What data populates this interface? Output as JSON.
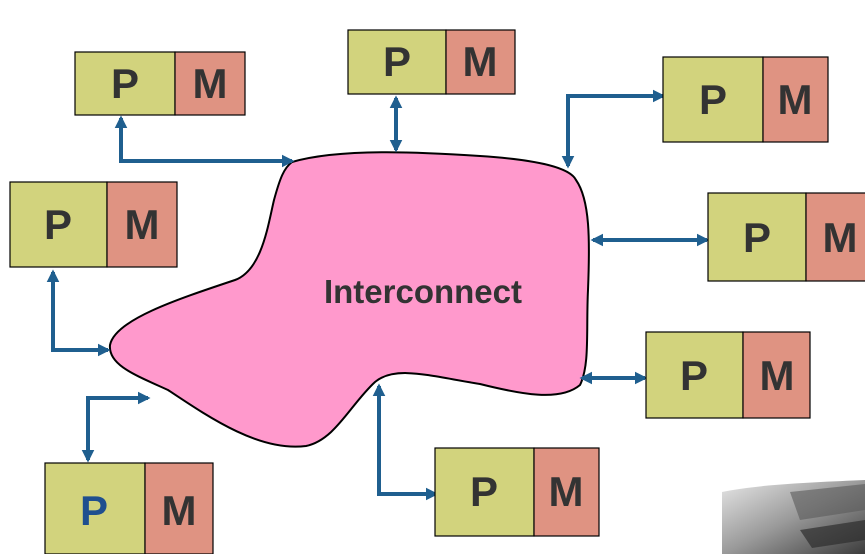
{
  "diagram": {
    "center_label": "Interconnect",
    "p_label": "P",
    "m_label": "M",
    "nodes": [
      {
        "id": "top-left"
      },
      {
        "id": "top-center"
      },
      {
        "id": "top-right"
      },
      {
        "id": "left"
      },
      {
        "id": "right"
      },
      {
        "id": "right-lower"
      },
      {
        "id": "bottom-left"
      },
      {
        "id": "bottom-center"
      }
    ]
  },
  "colors": {
    "processor_fill": "#D2D37D",
    "memory_fill": "#DF9382",
    "box_border": "#000000",
    "cloud_fill": "#FF99CC",
    "cloud_border": "#000000",
    "link": "#1F5F8F",
    "label_text": "#333333",
    "highlight_label_text": "#1F4F8F"
  }
}
